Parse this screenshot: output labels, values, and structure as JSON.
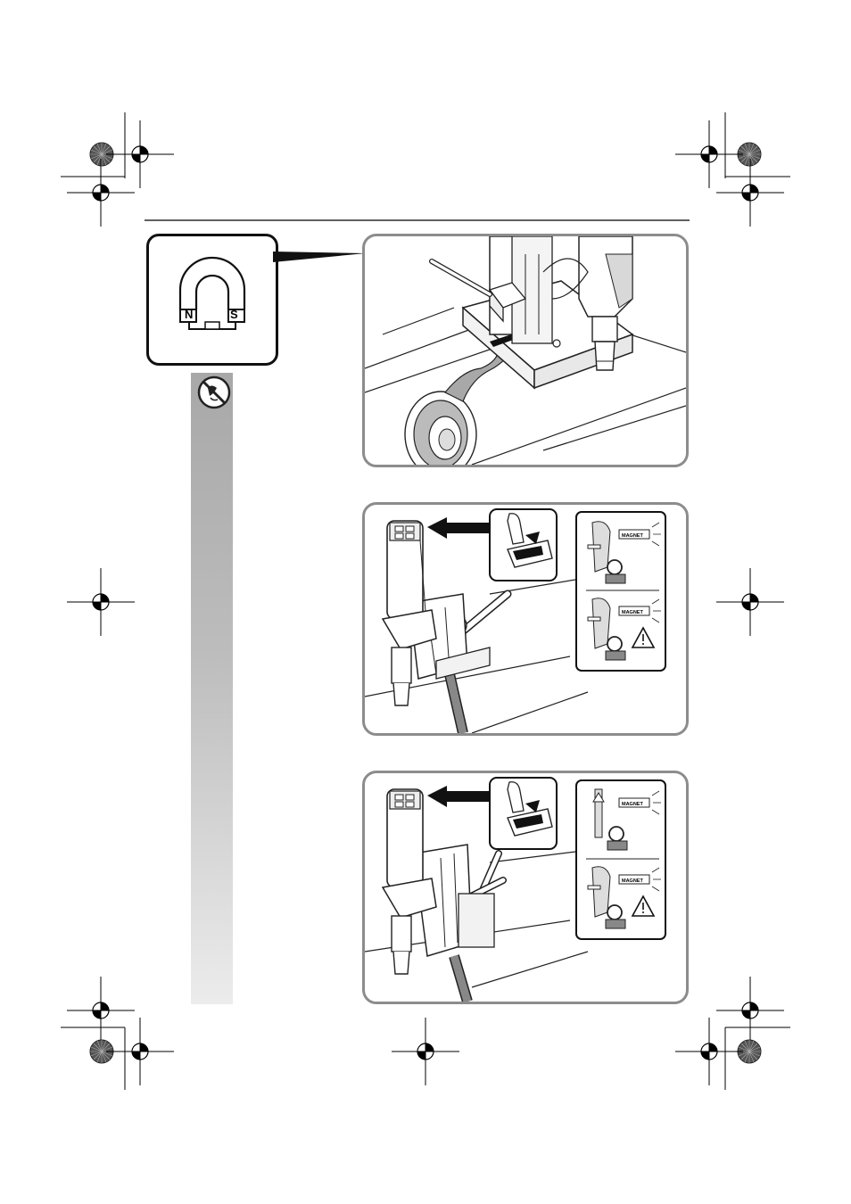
{
  "magnet_symbol": {
    "pole_north": "N",
    "pole_south": "S"
  },
  "step2": {
    "indicator_label_1": "MAGNET",
    "indicator_label_2": "MAGNET"
  },
  "step3": {
    "indicator_label_1": "MAGNET",
    "indicator_label_2": "MAGNET"
  },
  "colors": {
    "frame": "#8c8c8c",
    "sidebar_top": "#a8a8a8",
    "sidebar_bottom": "#ececec",
    "line": "#1a1a1a"
  }
}
